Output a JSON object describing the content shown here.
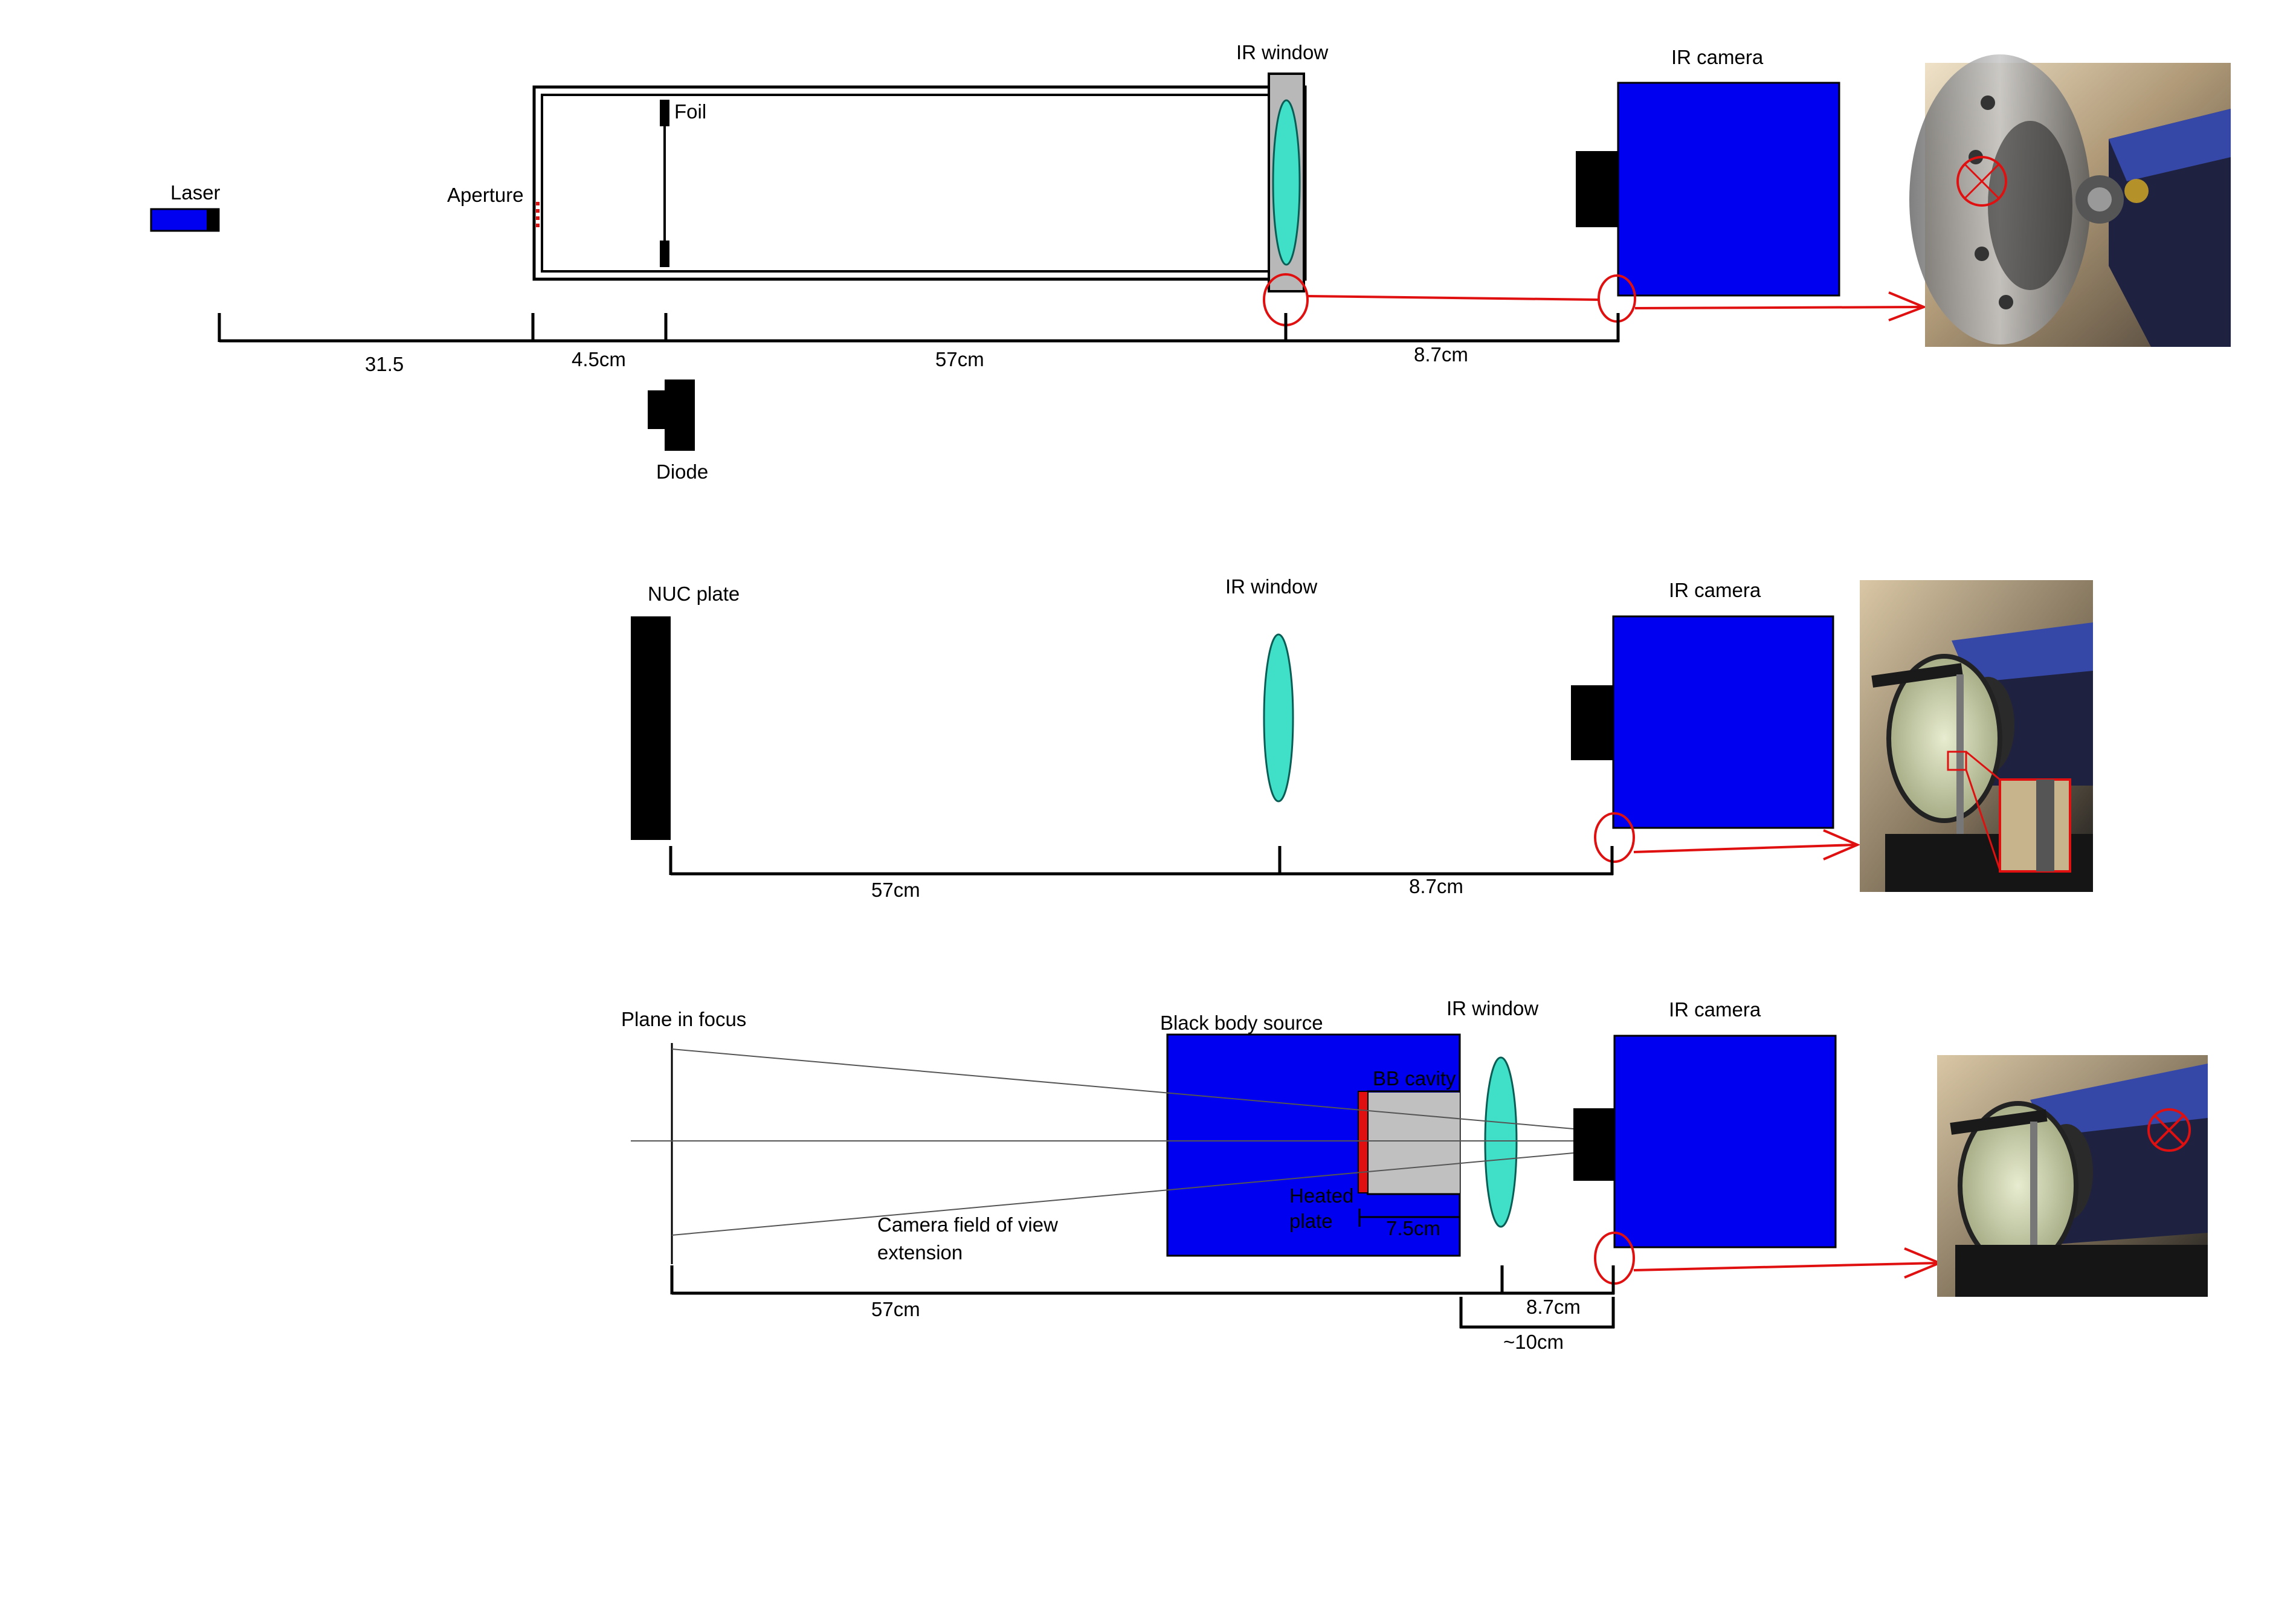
{
  "colors": {
    "camera_blue": "#0000f0",
    "lens_cyan": "#40e0c8",
    "bracket_black": "#000000",
    "callout_red": "#e01010",
    "window_gray": "#b8b8b8",
    "cavity_gray": "#c0c0c0"
  },
  "panel1": {
    "laser_label": "Laser",
    "aperture_label": "Aperture",
    "foil_label": "Foil",
    "ir_window_label": "IR window",
    "ir_camera_label": "IR camera",
    "diode_label": "Diode",
    "dim_laser_aperture": "31.5",
    "dim_aperture_foil": "4.5cm",
    "dim_foil_window": "57cm",
    "dim_window_camera": "8.7cm",
    "photo_description_icon": "camera-photo-icon"
  },
  "panel2": {
    "nuc_plate_label": "NUC plate",
    "ir_window_label": "IR window",
    "ir_camera_label": "IR camera",
    "dim_plate_window": "57cm",
    "dim_window_camera": "8.7cm",
    "photo_description_icon": "camera-photo-icon"
  },
  "panel3": {
    "plane_in_focus_label": "Plane in focus",
    "black_body_label": "Black body source",
    "bb_cavity_label": "BB cavity",
    "heated_plate_label_1": "Heated",
    "heated_plate_label_2": "plate",
    "cavity_depth_label": "7.5cm",
    "ir_window_label": "IR window",
    "ir_camera_label": "IR camera",
    "fov_label_1": "Camera field of view",
    "fov_label_2": "extension",
    "dim_plane_window": "57cm",
    "dim_window_camera": "8.7cm",
    "dim_bb_camera": "~10cm",
    "photo_description_icon": "camera-photo-icon"
  }
}
